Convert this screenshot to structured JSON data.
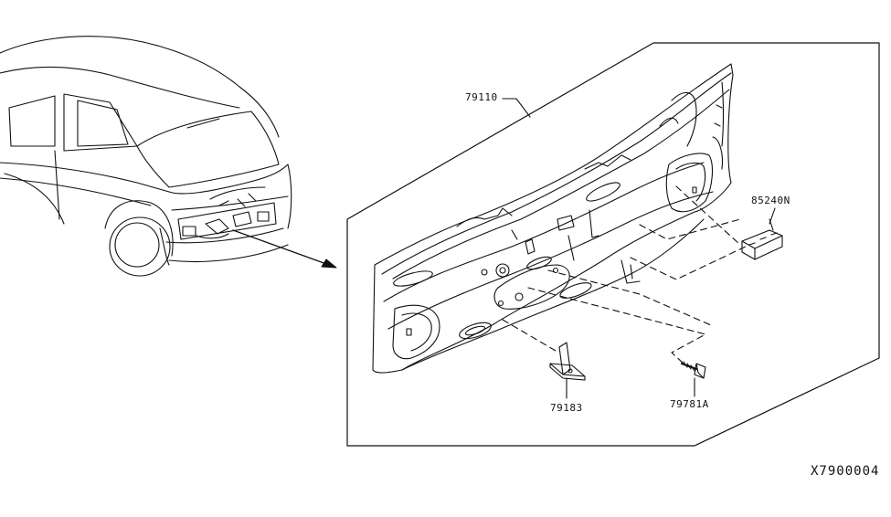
{
  "diagram": {
    "part_labels": {
      "rear_panel": "79110",
      "clip": "85240N",
      "bracket": "79183",
      "bolt": "79781A"
    },
    "reference_code": "X7900004"
  }
}
